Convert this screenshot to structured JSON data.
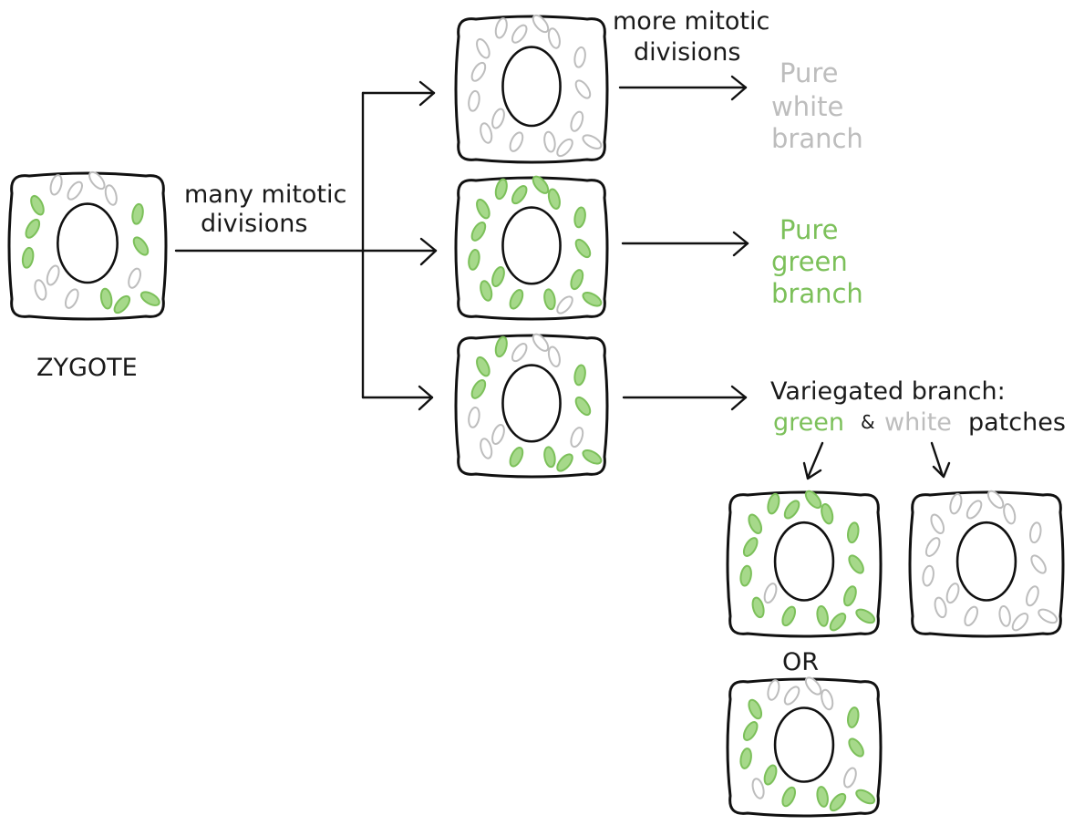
{
  "colors": {
    "green": "#7cc05a",
    "green_fill": "#a6d98a",
    "white_plastid": "#bdbdbd",
    "ink": "#111111"
  },
  "labels": {
    "zygote": "ZYGOTE",
    "many_divisions_1": "many mitotic",
    "many_divisions_2": "divisions",
    "more_divisions_1": "more mitotic",
    "more_divisions_2": "divisions",
    "pure_white_1": "Pure",
    "pure_white_2": "white",
    "pure_white_3": "branch",
    "pure_green_1": "Pure",
    "pure_green_2": "green",
    "pure_green_3": "branch",
    "variegated": "Variegated branch:",
    "green_word": "green",
    "ampersand": "&",
    "white_word": "white",
    "patches": "patches",
    "or": "OR"
  },
  "cells": [
    {
      "id": "zygote-cell",
      "mix": [
        "g",
        "w",
        "w",
        "g",
        "g",
        "w",
        "g",
        "w",
        "w",
        "g",
        "g",
        "w",
        "w",
        "g",
        "w",
        "g"
      ]
    },
    {
      "id": "white-branch-cell",
      "mix": [
        "w",
        "w",
        "w",
        "w",
        "w",
        "w",
        "w",
        "w",
        "w",
        "w",
        "w",
        "w",
        "w",
        "w",
        "w",
        "w"
      ]
    },
    {
      "id": "green-branch-cell",
      "mix": [
        "g",
        "g",
        "g",
        "g",
        "g",
        "g",
        "g",
        "g",
        "g",
        "g",
        "g",
        "g",
        "g",
        "g",
        "g",
        "w"
      ]
    },
    {
      "id": "variegated-branch-cell",
      "mix": [
        "g",
        "w",
        "w",
        "g",
        "g",
        "w",
        "g",
        "g",
        "w",
        "w",
        "g",
        "w",
        "g",
        "g",
        "w",
        "g"
      ]
    },
    {
      "id": "green-patch-cell",
      "mix": [
        "g",
        "g",
        "g",
        "g",
        "g",
        "g",
        "g",
        "g",
        "g",
        "g",
        "g",
        "g",
        "g",
        "g",
        "w",
        "g"
      ]
    },
    {
      "id": "white-patch-cell",
      "mix": [
        "w",
        "w",
        "w",
        "w",
        "w",
        "w",
        "w",
        "w",
        "w",
        "w",
        "w",
        "w",
        "w",
        "w",
        "w",
        "w"
      ]
    },
    {
      "id": "mixed-patch-cell",
      "mix": [
        "g",
        "w",
        "w",
        "g",
        "g",
        "w",
        "g",
        "g",
        "w",
        "g",
        "g",
        "w",
        "w",
        "g",
        "g",
        "g"
      ]
    }
  ]
}
